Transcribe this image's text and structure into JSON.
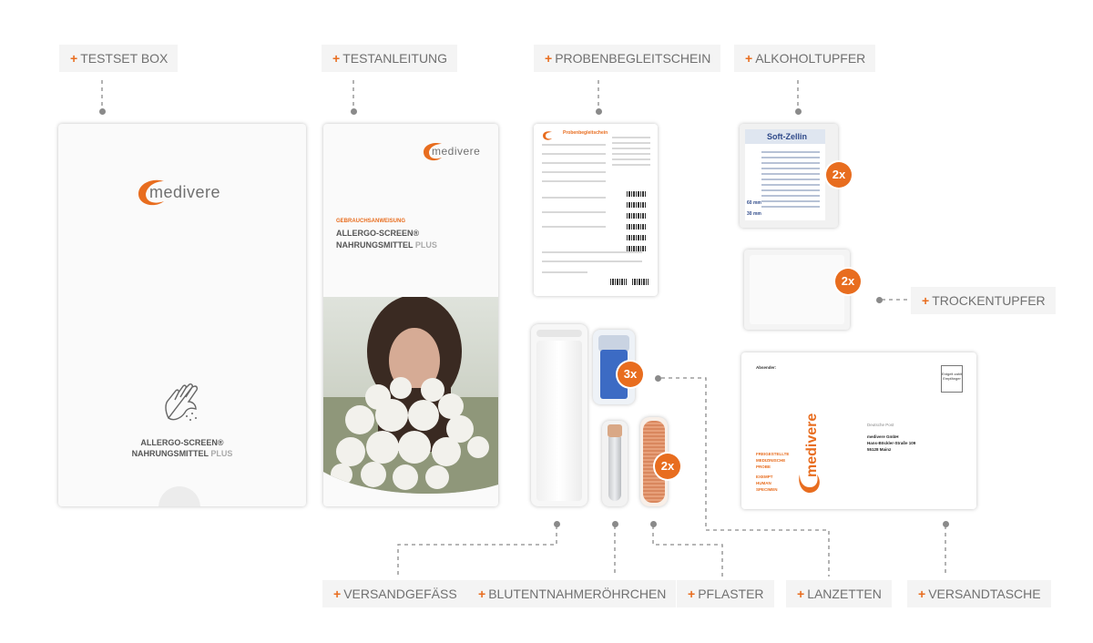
{
  "labels": {
    "testset_box": "TESTSET BOX",
    "testanleitung": "TESTANLEITUNG",
    "probenbegleitschein": "PROBENBEGLEITSCHEIN",
    "alkoholtupfer": "ALKOHOLTUPFER",
    "trockentupfer": "TROCKENTUPFER",
    "versandgefaess": "VERSANDGEFÄSS",
    "blutentnahmeroehrchen": "BLUTENTNAHMERÖHRCHEN",
    "pflaster": "PFLASTER",
    "lanzetten": "LANZETTEN",
    "versandtasche": "VERSANDTASCHE"
  },
  "plus_sign": "+",
  "brand": {
    "logo_text": "medivere",
    "accent_color": "#e86d1f"
  },
  "box": {
    "line1": "ALLERGO-SCREEN®",
    "line2": "NAHRUNGSMITTEL",
    "line2_suffix": "PLUS"
  },
  "manual": {
    "kicker": "GEBRAUCHSANWEISUNG",
    "line1": "ALLERGO-SCREEN®",
    "line2": "NAHRUNGSMITTEL",
    "line2_suffix": "PLUS"
  },
  "form": {
    "title": "Probenbegleitschein"
  },
  "swab": {
    "brand": "Soft-Zellin",
    "size_a": "60 mm",
    "size_b": "30 mm"
  },
  "badges": {
    "alkohol": "2x",
    "trocken": "2x",
    "lanzetten": "3x",
    "pflaster": "2x"
  },
  "envelope": {
    "absender": "Absender:",
    "stamp": "Entgelt zahlt Empfänger",
    "recipient_label": "Deutsche Post",
    "recipient_1": "medivere GmbH",
    "recipient_2": "Hans-Böckler-Straße 109",
    "recipient_3": "55128 Mainz",
    "side_1": "FREIGESTELLTE",
    "side_2": "MEDIZINISCHE",
    "side_3": "PROBE",
    "side_4": "EXEMPT",
    "side_5": "HUMAN",
    "side_6": "SPECIMEN"
  }
}
